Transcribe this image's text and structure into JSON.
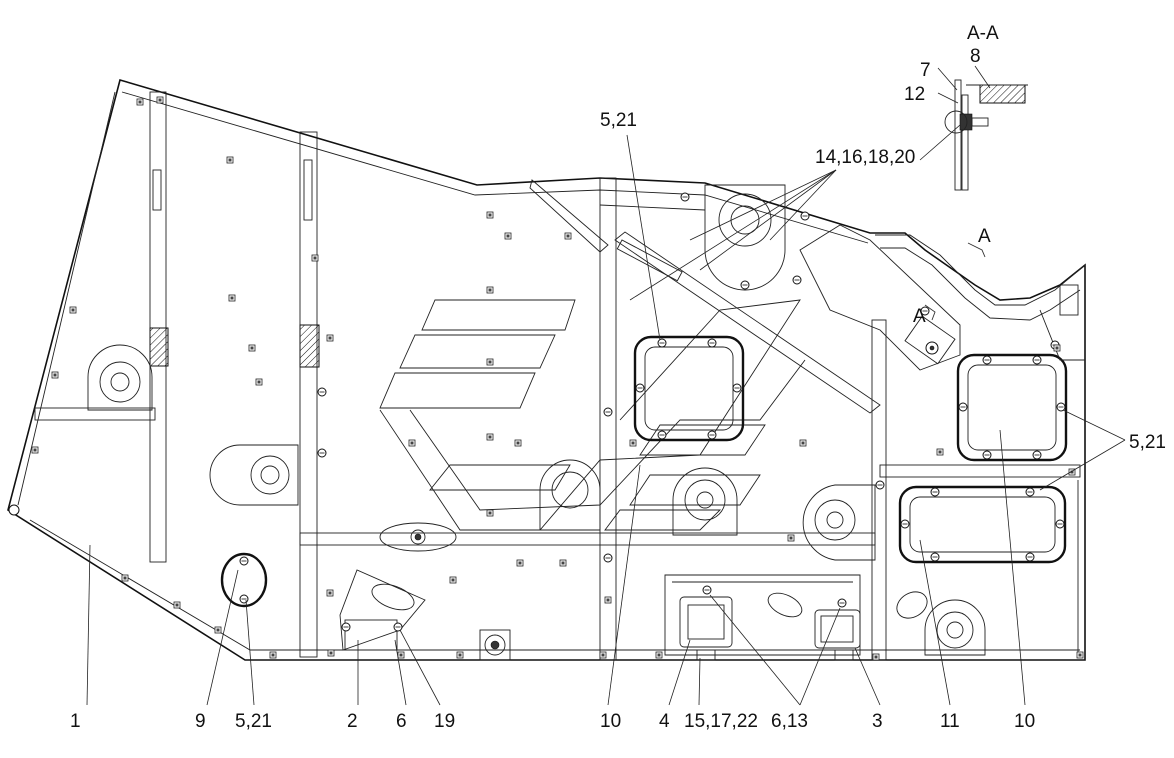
{
  "section_title": "A-A",
  "section_marks": [
    "A",
    "A"
  ],
  "callouts": {
    "c7": "7",
    "c8": "8",
    "c12": "12",
    "c14_16_18_20": "14,16,18,20",
    "c5_21_top": "5,21",
    "c5_21_right": "5,21",
    "bottom": [
      {
        "id": "b1",
        "text": "1"
      },
      {
        "id": "b9",
        "text": "9"
      },
      {
        "id": "b5_21",
        "text": "5,21"
      },
      {
        "id": "b2",
        "text": "2"
      },
      {
        "id": "b6",
        "text": "6"
      },
      {
        "id": "b19",
        "text": "19"
      },
      {
        "id": "b10a",
        "text": "10"
      },
      {
        "id": "b4",
        "text": "4"
      },
      {
        "id": "b15",
        "text": "15,17,22"
      },
      {
        "id": "b6_13",
        "text": "6,13"
      },
      {
        "id": "b3",
        "text": "3"
      },
      {
        "id": "b11",
        "text": "11"
      },
      {
        "id": "b10b",
        "text": "10"
      }
    ]
  }
}
